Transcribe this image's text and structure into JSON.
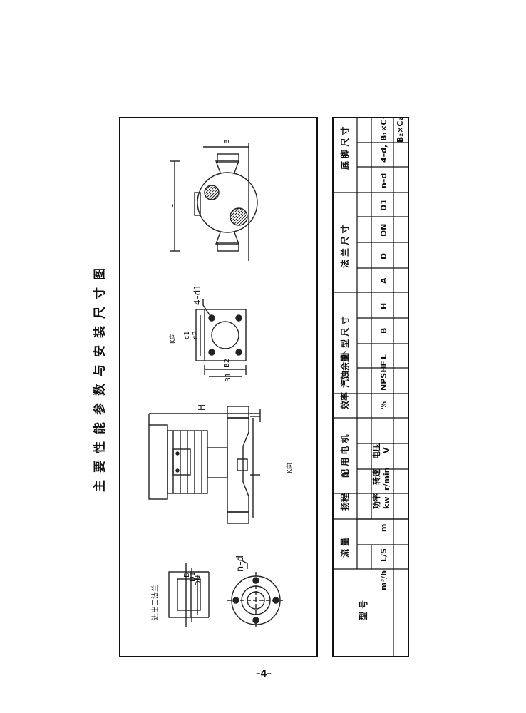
{
  "page": {
    "title": "主要性能参数与安装尺寸图",
    "page_number": "–4–"
  },
  "drawing": {
    "flange_caption": "进出口法兰",
    "flange_labels": [
      "D",
      "D1",
      "DN"
    ],
    "face_label": "n–d",
    "pump_labels": {
      "height": "H",
      "k_view": "K向"
    },
    "base_labels": {
      "k_view": "K向",
      "c1": "c1",
      "c2": "c2",
      "holes": "4–d1",
      "b2": "B2",
      "b1": "B1"
    },
    "top_labels": {
      "b": "B",
      "l": "L"
    }
  },
  "table": {
    "columns": [
      {
        "group": "型  号",
        "sub": ""
      },
      {
        "group": "流  量",
        "sub": "m³/h"
      },
      {
        "group": "",
        "sub": "L/S"
      },
      {
        "group": "扬程",
        "sub": "m"
      },
      {
        "group": "配 用 电 机",
        "sub": "功率 kw"
      },
      {
        "group": "",
        "sub": "转速 r/min"
      },
      {
        "group": "",
        "sub": "电压 V"
      },
      {
        "group": "效率",
        "sub": "%"
      },
      {
        "group": "汽蚀余量",
        "sub": "NPSHF"
      },
      {
        "group": "外 型 尺 寸",
        "sub": "L"
      },
      {
        "group": "",
        "sub": "B"
      },
      {
        "group": "",
        "sub": "H"
      },
      {
        "group": "",
        "sub": "A"
      },
      {
        "group": "法 兰 尺 寸",
        "sub": "D"
      },
      {
        "group": "",
        "sub": "DN"
      },
      {
        "group": "",
        "sub": "D1"
      },
      {
        "group": "",
        "sub": "n–d"
      },
      {
        "group": "底 脚 尺 寸",
        "sub": "4–d,"
      },
      {
        "group": "",
        "sub": "B₁×C₁"
      },
      {
        "group": "",
        "sub": "B₂×C₂"
      }
    ],
    "headers": {
      "model": "型  号",
      "flow": "流  量",
      "head": "扬程",
      "motor": "配 用 电 机",
      "eff": "效率",
      "npsh": "汽蚀余量",
      "outline": "外 型 尺 寸",
      "flange": "法 兰 尺 寸",
      "foot": "底 脚 尺 寸"
    },
    "subs": {
      "m3h": "m³/h",
      "ls": "L/S",
      "m": "m",
      "power": "功率",
      "power_unit": "kw",
      "speed": "转速",
      "speed_unit": "r/min",
      "volt": "电压",
      "volt_unit": "V",
      "pct": "%",
      "npshf": "NPSHF",
      "L": "L",
      "B": "B",
      "H": "H",
      "A": "A",
      "D": "D",
      "DN": "DN",
      "D1": "D1",
      "nd": "n–d",
      "fd": "4–d,",
      "b1c1": "B₁×C₁",
      "b2c2": "B₂×C₂"
    }
  }
}
